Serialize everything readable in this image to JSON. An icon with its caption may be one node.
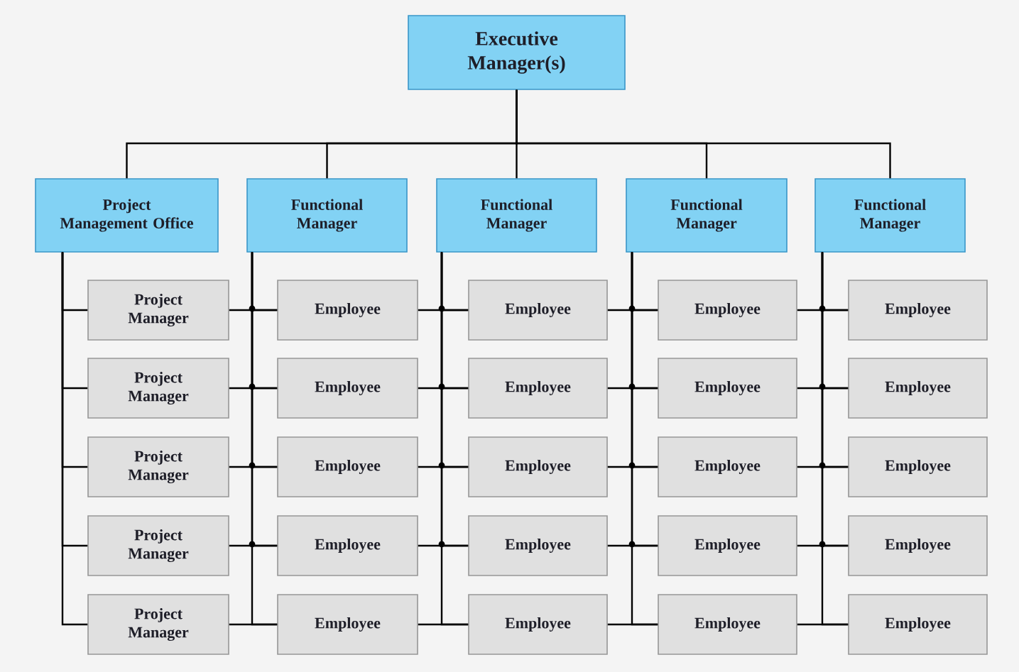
{
  "diagram": {
    "nodes": [
      {
        "text": [
          "Executive Manager(s)"
        ]
      },
      {
        "text": [
          "Project Management Office"
        ]
      },
      {
        "text": [
          "Functional Manager"
        ]
      },
      {
        "text": [
          "Functional Manager"
        ]
      },
      {
        "text": [
          "Functional Manager"
        ]
      },
      {
        "text": [
          "Functional Manager"
        ]
      },
      {
        "text": [
          "Project Manager"
        ]
      },
      {
        "text": [
          "Employee"
        ]
      },
      {
        "text": [
          "Employee"
        ]
      },
      {
        "text": [
          "Employee"
        ]
      },
      {
        "text": [
          "Employee"
        ]
      },
      {
        "text": [
          "Project Manager"
        ]
      },
      {
        "text": [
          "Employee"
        ]
      },
      {
        "text": [
          "Employee"
        ]
      },
      {
        "text": [
          "Employee"
        ]
      },
      {
        "text": [
          "Employee"
        ]
      },
      {
        "text": [
          "Project Manager"
        ]
      },
      {
        "text": [
          "Employee"
        ]
      },
      {
        "text": [
          "Employee"
        ]
      },
      {
        "text": [
          "Employee"
        ]
      },
      {
        "text": [
          "Employee"
        ]
      },
      {
        "text": [
          "Project Manager"
        ]
      },
      {
        "text": [
          "Employee"
        ]
      },
      {
        "text": [
          "Employee"
        ]
      },
      {
        "text": [
          "Employee"
        ]
      },
      {
        "text": [
          "Employee"
        ]
      },
      {
        "text": [
          "Project Manager"
        ]
      },
      {
        "text": [
          "Employee"
        ]
      },
      {
        "text": [
          "Employee"
        ]
      },
      {
        "text": [
          "Employee"
        ]
      },
      {
        "text": [
          "Employee"
        ]
      }
    ],
    "edges": [
      {
        "from": 0,
        "to": 1,
        "arrow": "none"
      },
      {
        "from": 0,
        "to": 2,
        "arrow": "none"
      },
      {
        "from": 0,
        "to": 3,
        "arrow": "none"
      },
      {
        "from": 0,
        "to": 4,
        "arrow": "none"
      },
      {
        "from": 0,
        "to": 5,
        "arrow": "none"
      },
      {
        "from": 1,
        "to": 6,
        "arrow": "none"
      },
      {
        "from": 1,
        "to": 11,
        "arrow": "none"
      },
      {
        "from": 1,
        "to": 16,
        "arrow": "none"
      },
      {
        "from": 1,
        "to": 21,
        "arrow": "none"
      },
      {
        "from": 1,
        "to": 26,
        "arrow": "none"
      },
      {
        "from": 2,
        "to": 7,
        "arrow": "none"
      },
      {
        "from": 2,
        "to": 12,
        "arrow": "none"
      },
      {
        "from": 2,
        "to": 17,
        "arrow": "none"
      },
      {
        "from": 2,
        "to": 22,
        "arrow": "none"
      },
      {
        "from": 2,
        "to": 27,
        "arrow": "none"
      },
      {
        "from": 3,
        "to": 8,
        "arrow": "none"
      },
      {
        "from": 3,
        "to": 13,
        "arrow": "none"
      },
      {
        "from": 3,
        "to": 18,
        "arrow": "none"
      },
      {
        "from": 3,
        "to": 23,
        "arrow": "none"
      },
      {
        "from": 3,
        "to": 28,
        "arrow": "none"
      },
      {
        "from": 4,
        "to": 9,
        "arrow": "none"
      },
      {
        "from": 4,
        "to": 14,
        "arrow": "none"
      },
      {
        "from": 4,
        "to": 19,
        "arrow": "none"
      },
      {
        "from": 4,
        "to": 24,
        "arrow": "none"
      },
      {
        "from": 4,
        "to": 29,
        "arrow": "none"
      },
      {
        "from": 5,
        "to": 10,
        "arrow": "none"
      },
      {
        "from": 5,
        "to": 15,
        "arrow": "none"
      },
      {
        "from": 5,
        "to": 20,
        "arrow": "none"
      },
      {
        "from": 5,
        "to": 25,
        "arrow": "none"
      },
      {
        "from": 5,
        "to": 30,
        "arrow": "none"
      },
      {
        "from": 6,
        "to": 7,
        "arrow": "none"
      },
      {
        "from": 7,
        "to": 8,
        "arrow": "none"
      },
      {
        "from": 8,
        "to": 9,
        "arrow": "none"
      },
      {
        "from": 9,
        "to": 10,
        "arrow": "none"
      },
      {
        "from": 11,
        "to": 12,
        "arrow": "none"
      },
      {
        "from": 12,
        "to": 13,
        "arrow": "none"
      },
      {
        "from": 13,
        "to": 14,
        "arrow": "none"
      },
      {
        "from": 14,
        "to": 15,
        "arrow": "none"
      },
      {
        "from": 16,
        "to": 17,
        "arrow": "none"
      },
      {
        "from": 17,
        "to": 18,
        "arrow": "none"
      },
      {
        "from": 18,
        "to": 19,
        "arrow": "none"
      },
      {
        "from": 19,
        "to": 20,
        "arrow": "none"
      },
      {
        "from": 21,
        "to": 22,
        "arrow": "none"
      },
      {
        "from": 22,
        "to": 23,
        "arrow": "none"
      },
      {
        "from": 23,
        "to": 24,
        "arrow": "none"
      },
      {
        "from": 24,
        "to": 25,
        "arrow": "none"
      },
      {
        "from": 26,
        "to": 27,
        "arrow": "none"
      },
      {
        "from": 27,
        "to": 28,
        "arrow": "none"
      },
      {
        "from": 28,
        "to": 29,
        "arrow": "none"
      },
      {
        "from": 29,
        "to": 30,
        "arrow": "none"
      }
    ]
  }
}
